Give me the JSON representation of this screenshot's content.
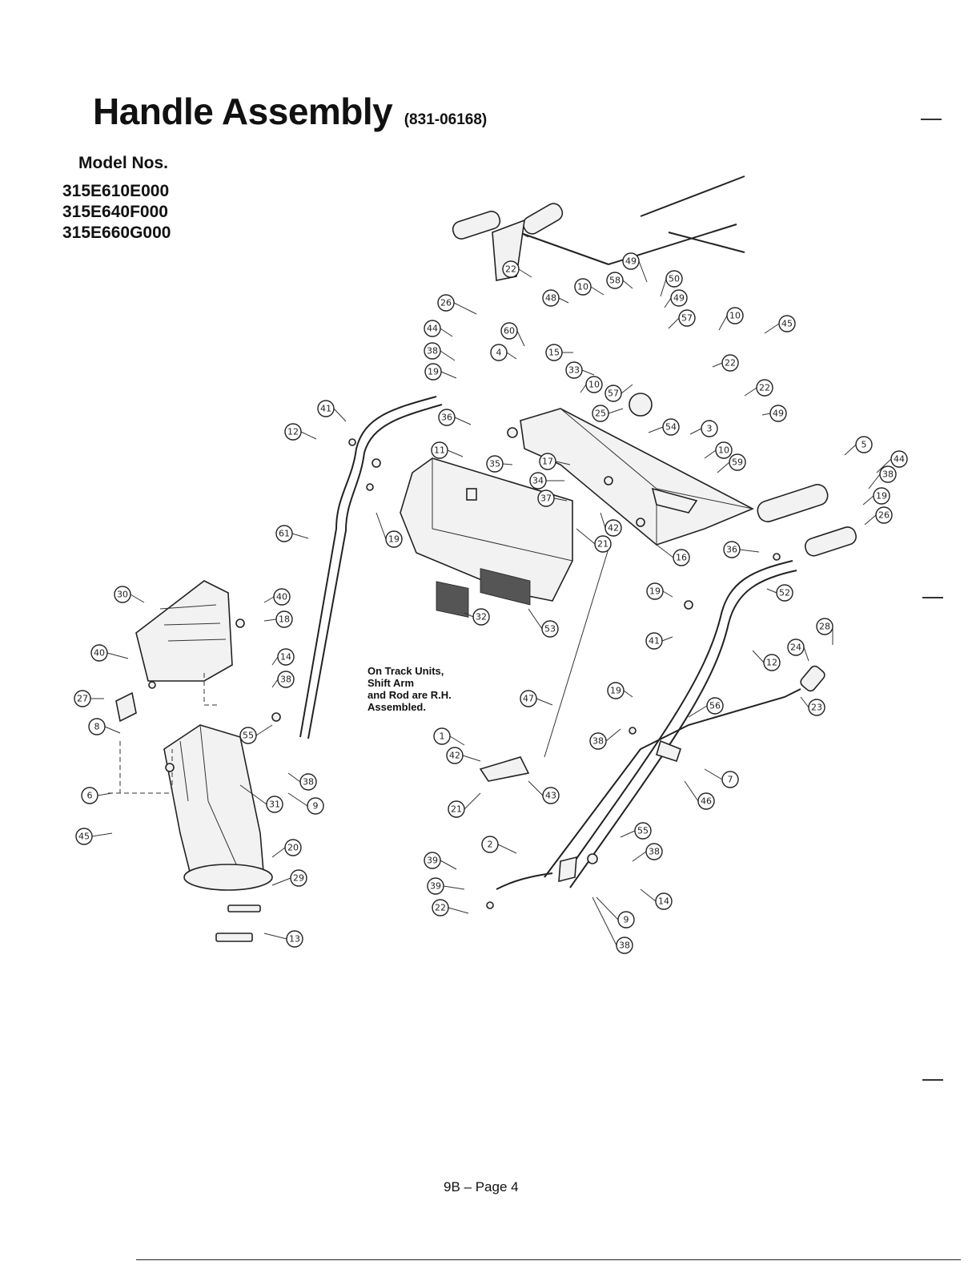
{
  "header": {
    "title": "Handle Assembly",
    "part_number": "(831-06168)",
    "models_label": "Model Nos.",
    "models": [
      "315E610E000",
      "315E640F000",
      "315E660G000"
    ]
  },
  "note": {
    "lines": [
      "On Track Units,",
      "Shift Arm",
      "and Rod are R.H.",
      "Assembled."
    ]
  },
  "callouts": [
    "22",
    "49",
    "10",
    "58",
    "50",
    "48",
    "26",
    "49",
    "57",
    "10",
    "45",
    "44",
    "60",
    "4",
    "15",
    "22",
    "38",
    "33",
    "19",
    "10",
    "57",
    "22",
    "25",
    "49",
    "41",
    "36",
    "54",
    "3",
    "12",
    "11",
    "10",
    "17",
    "59",
    "35",
    "34",
    "5",
    "44",
    "37",
    "42",
    "38",
    "19",
    "21",
    "26",
    "16",
    "61",
    "36",
    "19",
    "52",
    "32",
    "53",
    "30",
    "40",
    "18",
    "19",
    "41",
    "12",
    "28",
    "40",
    "14",
    "38",
    "24",
    "27",
    "47",
    "19",
    "56",
    "23",
    "8",
    "55",
    "38",
    "1",
    "42",
    "7",
    "6",
    "38",
    "9",
    "43",
    "46",
    "21",
    "31",
    "55",
    "45",
    "20",
    "38",
    "2",
    "39",
    "29",
    "39",
    "14",
    "22",
    "9",
    "13",
    "38"
  ],
  "footer": {
    "page": "9B – Page 4"
  }
}
